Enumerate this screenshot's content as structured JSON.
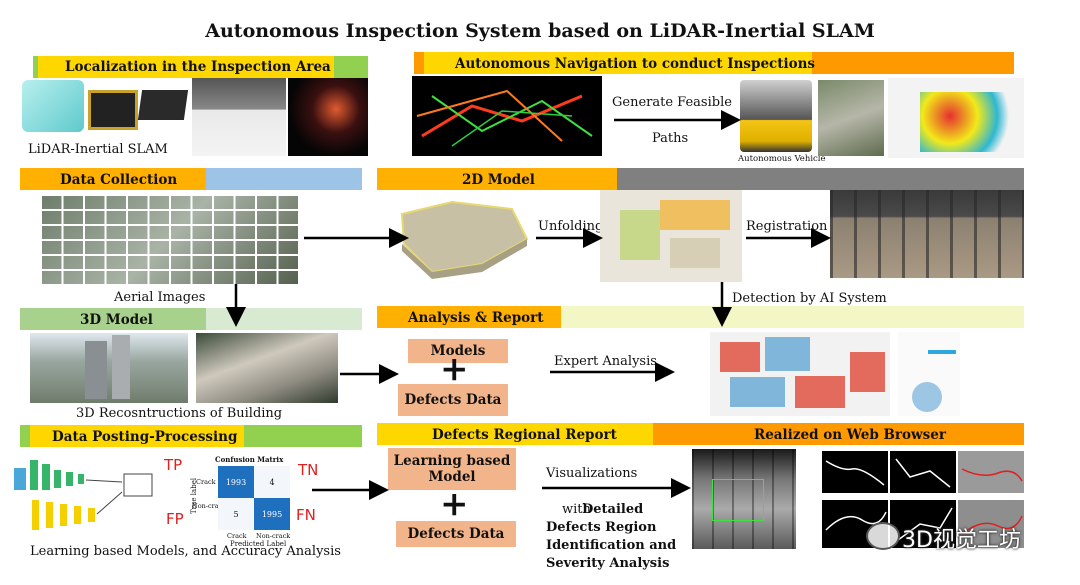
{
  "title": "Autonomous Inspection System based on LiDAR-Inertial SLAM",
  "sections": {
    "localization": "Localization in the Inspection Area",
    "navigation": "Autonomous Navigation to conduct Inspections",
    "data_collection": "Data Collection",
    "model_2d": "2D Model",
    "model_3d": "3D Model",
    "analysis_report": "Analysis & Report",
    "post_processing": "Data Posting-Processing",
    "regional_report": "Defects Regional Report",
    "web_browser": "Realized on Web Browser"
  },
  "labels": {
    "lidar_slam": "LiDAR-Inertial SLAM",
    "generate_paths_1": "Generate Feasible",
    "generate_paths_2": "Paths",
    "autonomous_vehicle": "Autonomous Vehicle",
    "aerial_images": "Aerial Images",
    "unfolding": "Unfolding",
    "registration": "Registration",
    "detection_ai": "Detection by AI System",
    "reconstructions": "3D Recosntructions of  Building",
    "expert_analysis": "Expert Analysis",
    "learning_models_accuracy": "Learning based Models, and Accuracy Analysis",
    "visualizations": "Visualizations",
    "with": "with",
    "detailed_1": "Detailed",
    "detailed_2": "Defects Region",
    "detailed_3": "Identification and",
    "detailed_4": "Severity Analysis",
    "tp": "TP",
    "tn": "TN",
    "fp": "FP",
    "fn": "FN",
    "watermark": "3D视觉工坊"
  },
  "boxes": {
    "models": "Models",
    "defects_data_1": "Defects Data",
    "learning_model_1": "Learning based",
    "learning_model_2": "Model",
    "defects_data_2": "Defects Data",
    "plus": "+"
  },
  "confusion_matrix": {
    "title": "Confusion Matrix",
    "ylabel": "True label",
    "xlabel": "Predicted Label",
    "row_labels": [
      "Crack",
      "Non-crack"
    ],
    "col_labels": [
      "Crack",
      "Non-crack"
    ],
    "values": [
      [
        "1993",
        "4"
      ],
      [
        "5",
        "1995"
      ]
    ]
  },
  "colors": {
    "yellow": "#ffd700",
    "green": "#92d050",
    "orange": "#ff9900",
    "light_blue": "#9dc3e6",
    "gray": "#808080",
    "pale_green": "#d9ead3",
    "pale_yellow": "#f3f7c6",
    "salmon": "#f2b48a",
    "red_text": "#e02020"
  }
}
